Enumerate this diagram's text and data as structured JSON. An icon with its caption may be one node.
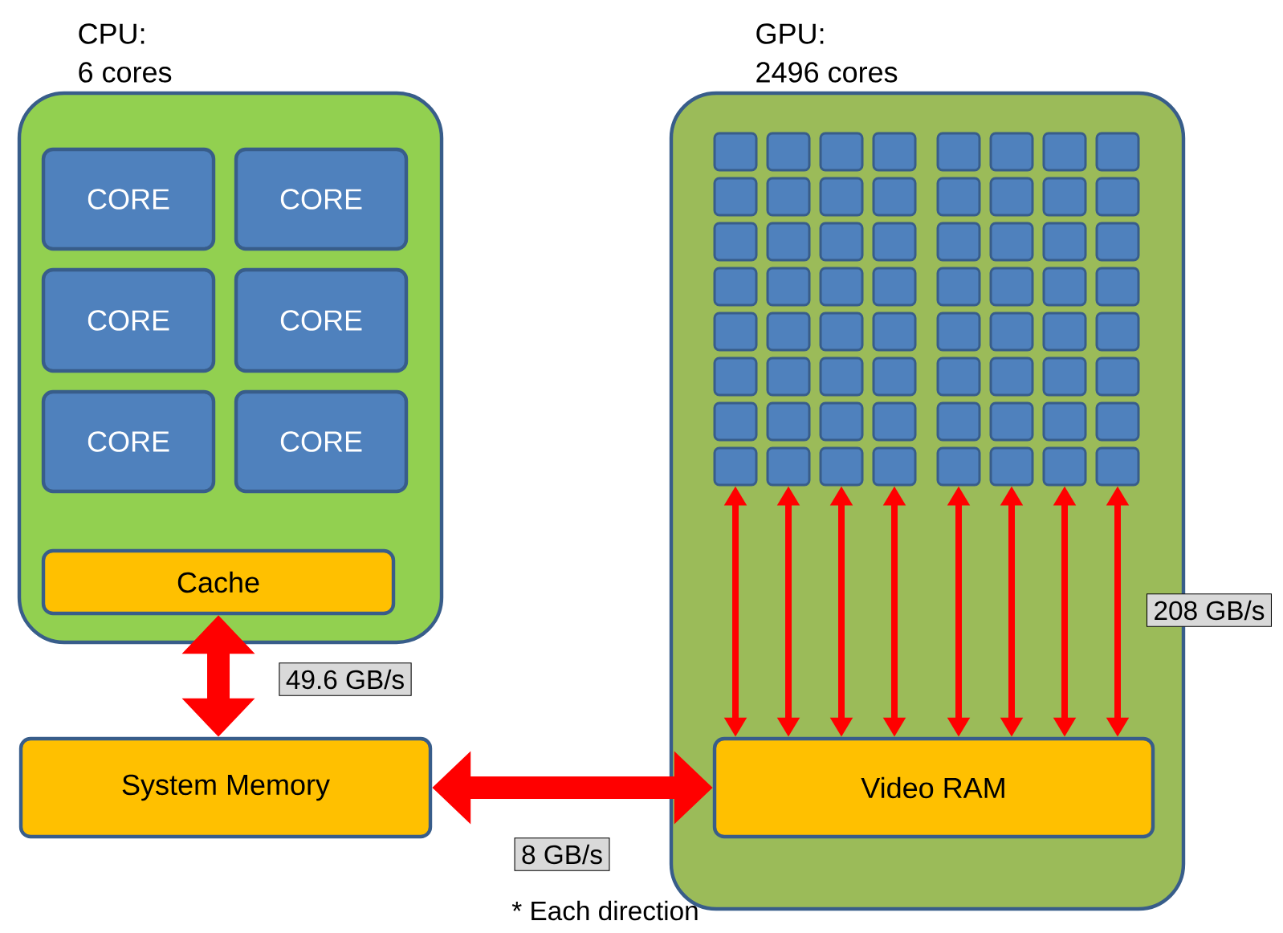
{
  "diagram": {
    "nodes": [
      {
        "text": [
          "CPU:",
          "6 cores"
        ]
      },
      {
        "text": [
          "CORE"
        ],
        "in": 0
      },
      {
        "text": [
          "CORE"
        ],
        "in": 0
      },
      {
        "text": [
          "CORE"
        ],
        "in": 0
      },
      {
        "text": [
          "CORE"
        ],
        "in": 0
      },
      {
        "text": [
          "CORE"
        ],
        "in": 0
      },
      {
        "text": [
          "CORE"
        ],
        "in": 0
      },
      {
        "text": [
          "Cache"
        ],
        "in": 0
      },
      {
        "text": [
          "System Memory"
        ]
      },
      {
        "text": [
          "GPU:",
          "2496 cores"
        ]
      },
      {
        "text": [],
        "shape": "box",
        "in": 9
      },
      {
        "text": [],
        "shape": "box",
        "in": 9
      },
      {
        "text": [],
        "shape": "box",
        "in": 9
      },
      {
        "text": [],
        "shape": "box",
        "in": 9
      },
      {
        "text": [],
        "shape": "box",
        "in": 9
      },
      {
        "text": [],
        "shape": "box",
        "in": 9
      },
      {
        "text": [],
        "shape": "box",
        "in": 9
      },
      {
        "text": [],
        "shape": "box",
        "in": 9
      },
      {
        "text": [],
        "shape": "box",
        "in": 9
      },
      {
        "text": [],
        "shape": "box",
        "in": 9
      },
      {
        "text": [],
        "shape": "box",
        "in": 9
      },
      {
        "text": [],
        "shape": "box",
        "in": 9
      },
      {
        "text": [],
        "shape": "box",
        "in": 9
      },
      {
        "text": [],
        "shape": "box",
        "in": 9
      },
      {
        "text": [],
        "shape": "box",
        "in": 9
      },
      {
        "text": [],
        "shape": "box",
        "in": 9
      },
      {
        "text": [],
        "shape": "box",
        "in": 9
      },
      {
        "text": [],
        "shape": "box",
        "in": 9
      },
      {
        "text": [],
        "shape": "box",
        "in": 9
      },
      {
        "text": [],
        "shape": "box",
        "in": 9
      },
      {
        "text": [],
        "shape": "box",
        "in": 9
      },
      {
        "text": [],
        "shape": "box",
        "in": 9
      },
      {
        "text": [],
        "shape": "box",
        "in": 9
      },
      {
        "text": [],
        "shape": "box",
        "in": 9
      },
      {
        "text": [],
        "shape": "box",
        "in": 9
      },
      {
        "text": [],
        "shape": "box",
        "in": 9
      },
      {
        "text": [],
        "shape": "box",
        "in": 9
      },
      {
        "text": [],
        "shape": "box",
        "in": 9
      },
      {
        "text": [],
        "shape": "box",
        "in": 9
      },
      {
        "text": [],
        "shape": "box",
        "in": 9
      },
      {
        "text": [],
        "shape": "box",
        "in": 9
      },
      {
        "text": [],
        "shape": "box",
        "in": 9
      },
      {
        "text": [],
        "shape": "box",
        "in": 9
      },
      {
        "text": [],
        "shape": "box",
        "in": 9
      },
      {
        "text": [],
        "shape": "box",
        "in": 9
      },
      {
        "text": [],
        "shape": "box",
        "in": 9
      },
      {
        "text": [],
        "shape": "box",
        "in": 9
      },
      {
        "text": [],
        "shape": "box",
        "in": 9
      },
      {
        "text": [],
        "shape": "box",
        "in": 9
      },
      {
        "text": [],
        "shape": "box",
        "in": 9
      },
      {
        "text": [],
        "shape": "box",
        "in": 9
      },
      {
        "text": [],
        "shape": "box",
        "in": 9
      },
      {
        "text": [],
        "shape": "box",
        "in": 9
      },
      {
        "text": [],
        "shape": "box",
        "in": 9
      },
      {
        "text": [],
        "shape": "box",
        "in": 9
      },
      {
        "text": [],
        "shape": "box",
        "in": 9
      },
      {
        "text": [],
        "shape": "box",
        "in": 9
      },
      {
        "text": [],
        "shape": "box",
        "in": 9
      },
      {
        "text": [],
        "shape": "box",
        "in": 9
      },
      {
        "text": [],
        "shape": "box",
        "in": 9
      },
      {
        "text": [],
        "shape": "box",
        "in": 9
      },
      {
        "text": [],
        "shape": "box",
        "in": 9
      },
      {
        "text": [],
        "shape": "box",
        "in": 9
      },
      {
        "text": [],
        "shape": "box",
        "in": 9
      },
      {
        "text": [],
        "shape": "box",
        "in": 9
      },
      {
        "text": [],
        "shape": "box",
        "in": 9
      },
      {
        "text": [],
        "shape": "box",
        "in": 9
      },
      {
        "text": [],
        "shape": "box",
        "in": 9
      },
      {
        "text": [],
        "shape": "box",
        "in": 9
      },
      {
        "text": [],
        "shape": "box",
        "in": 9
      },
      {
        "text": [],
        "shape": "box",
        "in": 9
      },
      {
        "text": [],
        "shape": "box",
        "in": 9
      },
      {
        "text": [],
        "shape": "box",
        "in": 9
      },
      {
        "text": [],
        "shape": "box",
        "in": 9
      },
      {
        "text": [
          "Video RAM"
        ],
        "in": 9
      }
    ],
    "edges": [
      {
        "from": 7,
        "to": 8,
        "arrow": "both",
        "label": "49.6 GB/s",
        "style": "thick"
      },
      {
        "from": 8,
        "to": 74,
        "arrow": "both",
        "label": "8 GB/s",
        "style": "thick"
      },
      {
        "from": 66,
        "to": 74,
        "arrow": "both"
      },
      {
        "from": 67,
        "to": 74,
        "arrow": "both"
      },
      {
        "from": 68,
        "to": 74,
        "arrow": "both"
      },
      {
        "from": 69,
        "to": 74,
        "arrow": "both"
      },
      {
        "from": 70,
        "to": 74,
        "arrow": "both"
      },
      {
        "from": 71,
        "to": 74,
        "arrow": "both"
      },
      {
        "from": 72,
        "to": 74,
        "arrow": "both"
      },
      {
        "from": 73,
        "to": 74,
        "arrow": "both"
      }
    ],
    "labels": [
      "208 GB/s",
      "* Each direction"
    ]
  }
}
